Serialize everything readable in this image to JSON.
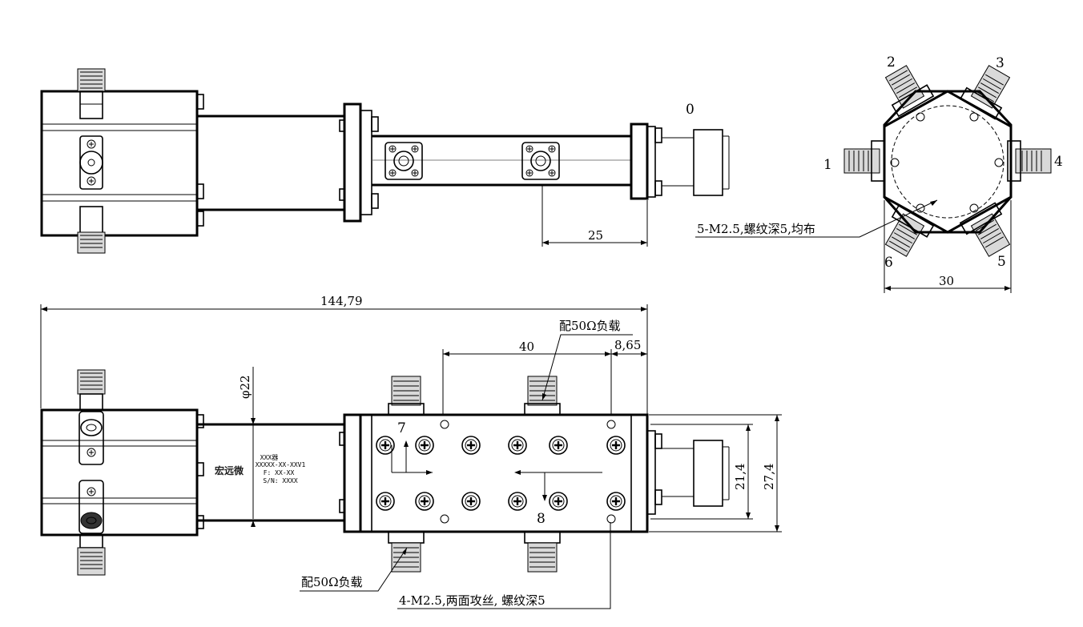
{
  "top_view": {
    "port_label": "0",
    "dim_25": "25"
  },
  "end_view": {
    "port_1": "1",
    "port_2": "2",
    "port_3": "3",
    "port_4": "4",
    "port_5": "5",
    "port_6": "6",
    "thread_note": "5-M2.5,螺纹深5,均布",
    "dim_30": "30"
  },
  "front_view": {
    "dim_total": "144,79",
    "dim_40": "40",
    "dim_8_65": "8,65",
    "dim_diameter": "φ22",
    "dim_21_4": "21,4",
    "dim_27_4": "27,4",
    "load_note_top": "配50Ω负载",
    "load_note_bottom": "配50Ω负载",
    "thread_note": "4-M2.5,两面攻丝, 螺纹深5",
    "port_7": "7",
    "port_8": "8"
  },
  "nameplate": {
    "logo": "宏远微",
    "line_1": "XXX器",
    "line_2": "XXXXX-XX-XXV1",
    "line_3": "F: XX-XX",
    "line_4": "S/N: XXXX"
  }
}
